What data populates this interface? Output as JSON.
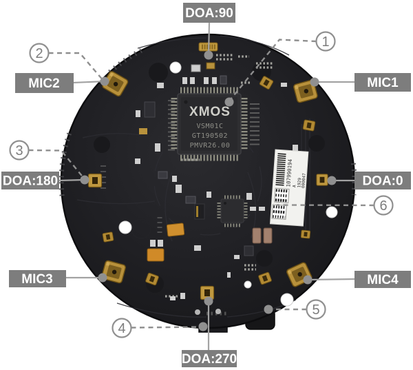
{
  "diagram": {
    "background": "#ffffff",
    "labels": {
      "doa90": {
        "text": "DOA:90"
      },
      "mic2": {
        "text": "MIC2"
      },
      "mic1": {
        "text": "MIC1"
      },
      "doa180": {
        "text": "DOA:180"
      },
      "doa0": {
        "text": "DOA:0"
      },
      "mic3": {
        "text": "MIC3"
      },
      "mic4": {
        "text": "MIC4"
      },
      "doa270": {
        "text": "DOA:270"
      }
    },
    "callouts": {
      "c1": "1",
      "c2": "2",
      "c3": "3",
      "c4": "4",
      "c5": "5",
      "c6": "6"
    },
    "board": {
      "chip": {
        "brand": "XMOS",
        "model": "VSM01C",
        "lot": "GT190502",
        "code": "PMVR26.00"
      },
      "sticker": {
        "serial": "107990194",
        "rev": "A",
        "week": "1929",
        "seq": "000047"
      }
    },
    "colors": {
      "label_bg": "#7d7d7d",
      "label_text": "#ffffff",
      "leader_line": "#a3a3a3",
      "dashed_line": "#8f8f8f",
      "callout_ring": "#909090",
      "board_black": "#1c1c1f",
      "gold": "#b8913b",
      "sticker_white": "#f2f2ef"
    }
  }
}
